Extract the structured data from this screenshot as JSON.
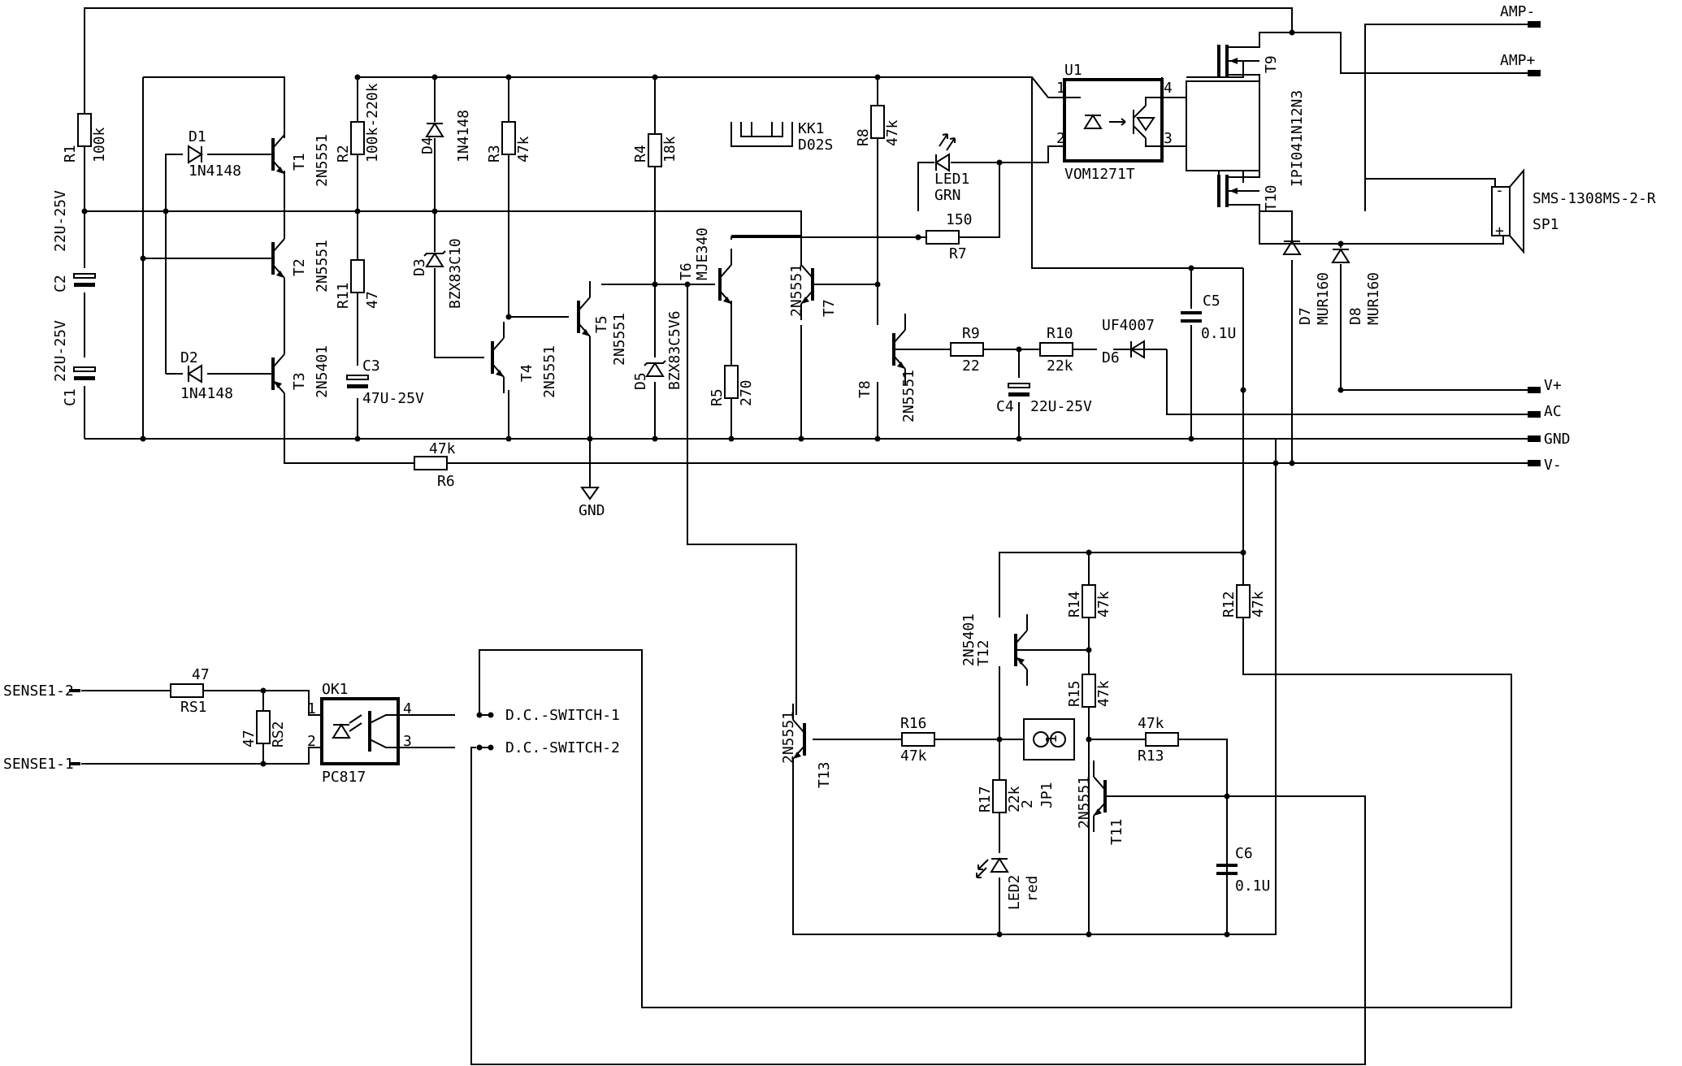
{
  "labels": {
    "R1": "R1",
    "R1v": "100k",
    "R2": "R2",
    "R2v": "100k-220k",
    "R3": "R3",
    "R3v": "47k",
    "R4": "R4",
    "R4v": "18k",
    "R5": "R5",
    "R5v": "270",
    "R6": "R6",
    "R6v": "47k",
    "R7": "R7",
    "R7v": "150",
    "R8": "R8",
    "R8v": "47k",
    "R9": "R9",
    "R9v": "22",
    "R10": "R10",
    "R10v": "22k",
    "R11": "R11",
    "R11v": "47",
    "R12": "R12",
    "R12v": "47k",
    "R13": "R13",
    "R13v": "47k",
    "R14": "R14",
    "R14v": "47k",
    "R15": "R15",
    "R15v": "47k",
    "R16": "R16",
    "R16v": "47k",
    "R17": "R17",
    "R17v": "22k",
    "RS1": "RS1",
    "RS1v": "47",
    "RS2": "RS2",
    "RS2v": "47",
    "C1": "C1",
    "C1v": "22U-25V",
    "C2": "C2",
    "C2v": "22U-25V",
    "C3": "C3",
    "C3v": "47U-25V",
    "C4": "C4",
    "C4v": "22U-25V",
    "C5": "C5",
    "C5v": "0.1U",
    "C6": "C6",
    "C6v": "0.1U",
    "D1": "D1",
    "D1v": "1N4148",
    "D2": "D2",
    "D2v": "1N4148",
    "D3": "D3",
    "D3v": "BZX83C10",
    "D4": "D4",
    "D4v": "1N4148",
    "D5": "D5",
    "D5v": "BZX83C5V6",
    "D6": "D6",
    "D6v": "UF4007",
    "D7": "D7",
    "D7v": "MUR160",
    "D8": "D8",
    "D8v": "MUR160",
    "LED1": "LED1",
    "LED1v": "GRN",
    "LED2": "LED2",
    "LED2v": "red",
    "T1": "T1",
    "T1v": "2N5551",
    "T2": "T2",
    "T2v": "2N5551",
    "T3": "T3",
    "T3v": "2N5401",
    "T4": "T4",
    "T4v": "2N5551",
    "T5": "T5",
    "T5v": "2N5551",
    "T6": "T6",
    "T6v": "MJE340",
    "T7": "T7",
    "T7v": "2N5551",
    "T8": "T8",
    "T8v": "2N5551",
    "T9": "T9",
    "T9v": "IPI041N12N3",
    "T10": "T10",
    "T11": "T11",
    "T11v": "2N5551",
    "T12": "T12",
    "T12v": "2N5401",
    "T13": "T13",
    "T13v": "2N5551",
    "U1": "U1",
    "U1v": "VOM1271T",
    "OK1": "OK1",
    "OK1v": "PC817",
    "KK1": "KK1",
    "KK1v": "D02S",
    "JP1": "JP1",
    "SP1": "SP1",
    "SP1v": "SMS-1308MS-2-R",
    "GND": "GND"
  },
  "pins": {
    "p1": "1",
    "p2": "2",
    "p3": "3",
    "p4": "4",
    "minus": "-",
    "plus": "+"
  },
  "connectors": {
    "amp_minus": "AMP-",
    "amp_plus": "AMP+",
    "v_plus": "V+",
    "ac": "AC",
    "gnd": "GND",
    "v_minus": "V-",
    "sense1_2": "SENSE1-2",
    "sense1_1": "SENSE1-1",
    "dc_switch_1": "D.C.-SWITCH-1",
    "dc_switch_2": "D.C.-SWITCH-2"
  }
}
